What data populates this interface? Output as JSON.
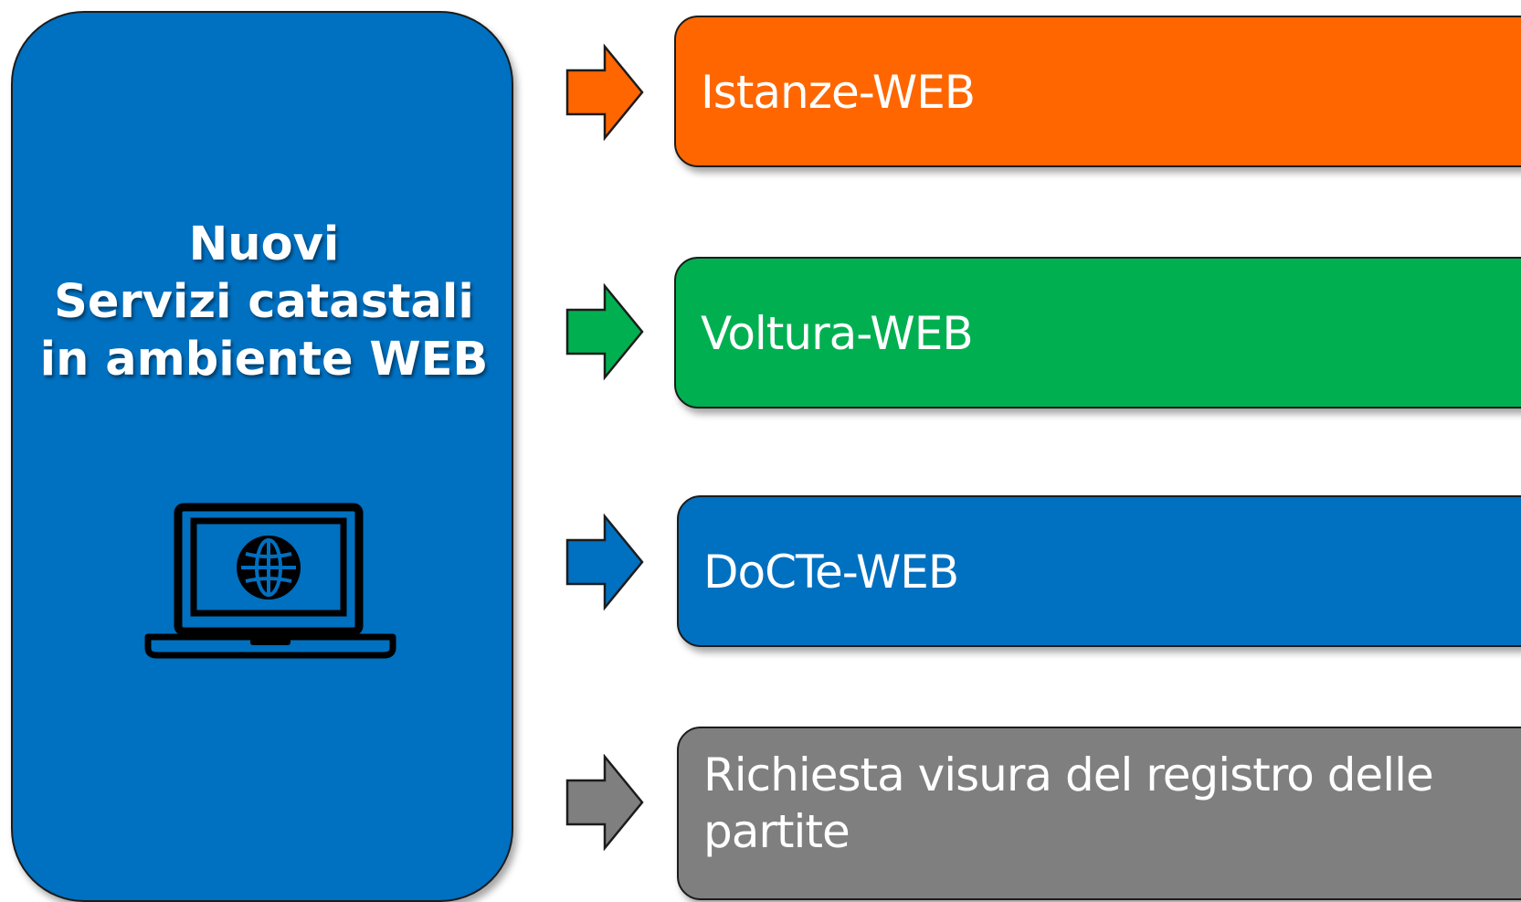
{
  "main": {
    "title_lines": [
      "Nuovi",
      "Servizi catastali",
      "in ambiente WEB"
    ],
    "background": "#0070c0",
    "icon": "laptop-globe-icon"
  },
  "services": [
    {
      "label": "Istanze-WEB",
      "color": "#ff6600"
    },
    {
      "label": "Voltura-WEB",
      "color": "#00b050"
    },
    {
      "label": "DoCTe-WEB",
      "color": "#0070c0"
    },
    {
      "label": "Richiesta visura del registro delle partite",
      "color": "#7f7f7f"
    }
  ],
  "arrow_icon": "right-arrow-icon"
}
